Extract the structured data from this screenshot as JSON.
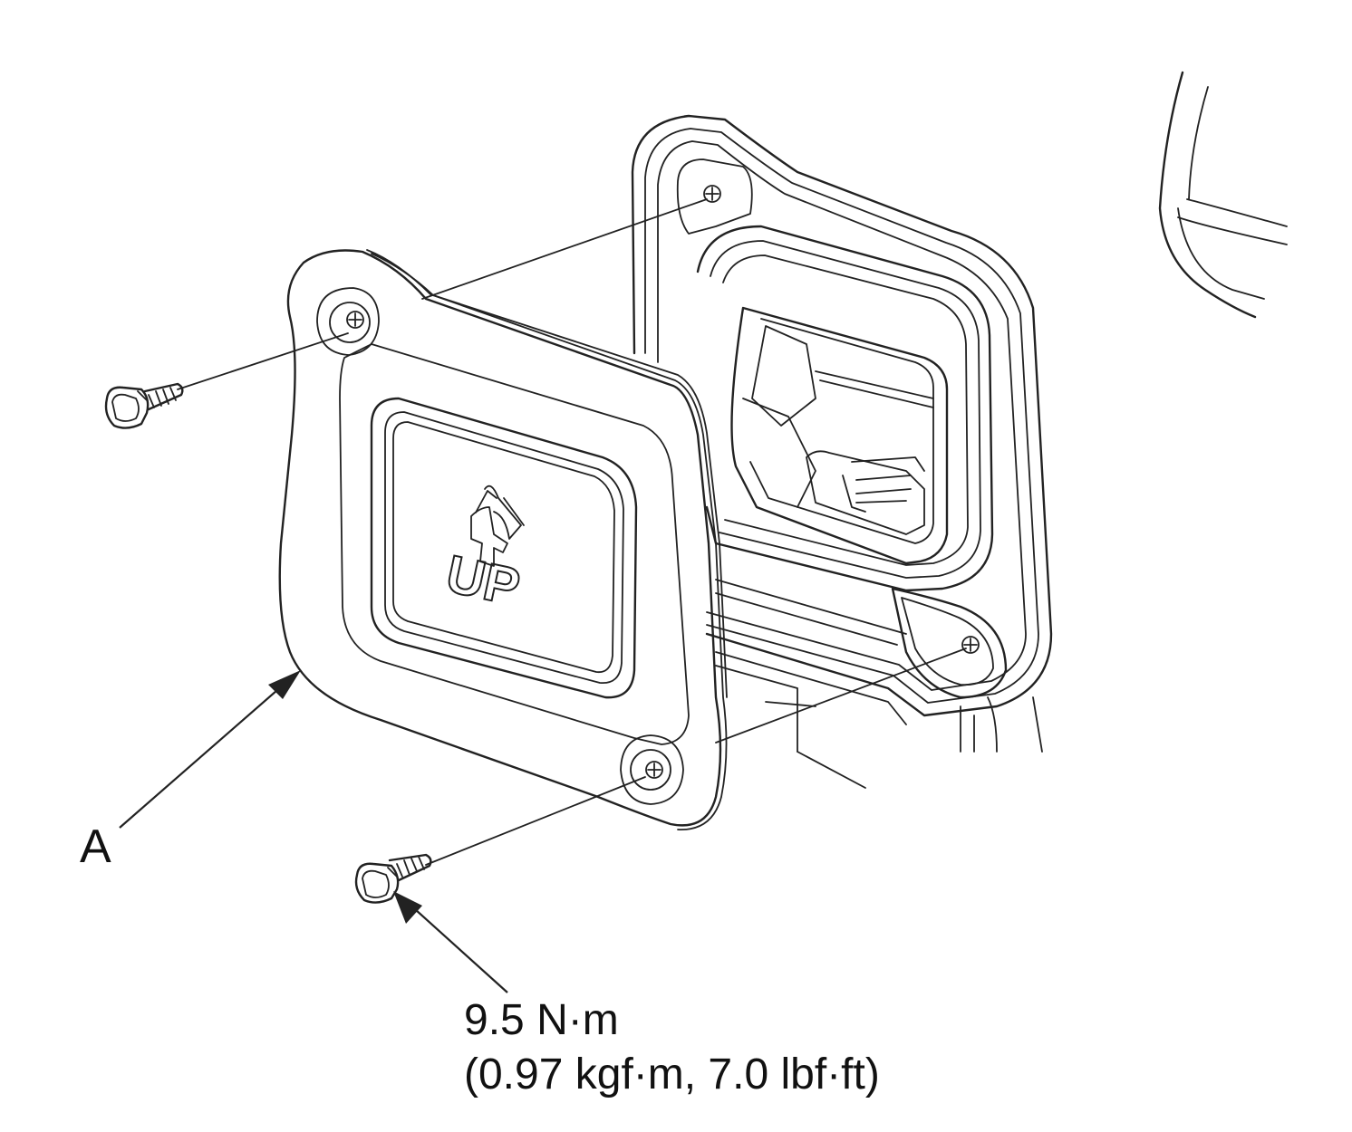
{
  "diagram": {
    "callout_letter": "A",
    "part_embossing": "UP",
    "torque": {
      "line1": "9.5 N·m",
      "line2": "(0.97 kgf·m, 7.0 lbf·ft)"
    }
  },
  "colors": {
    "line": "#222222",
    "background": "#ffffff"
  }
}
